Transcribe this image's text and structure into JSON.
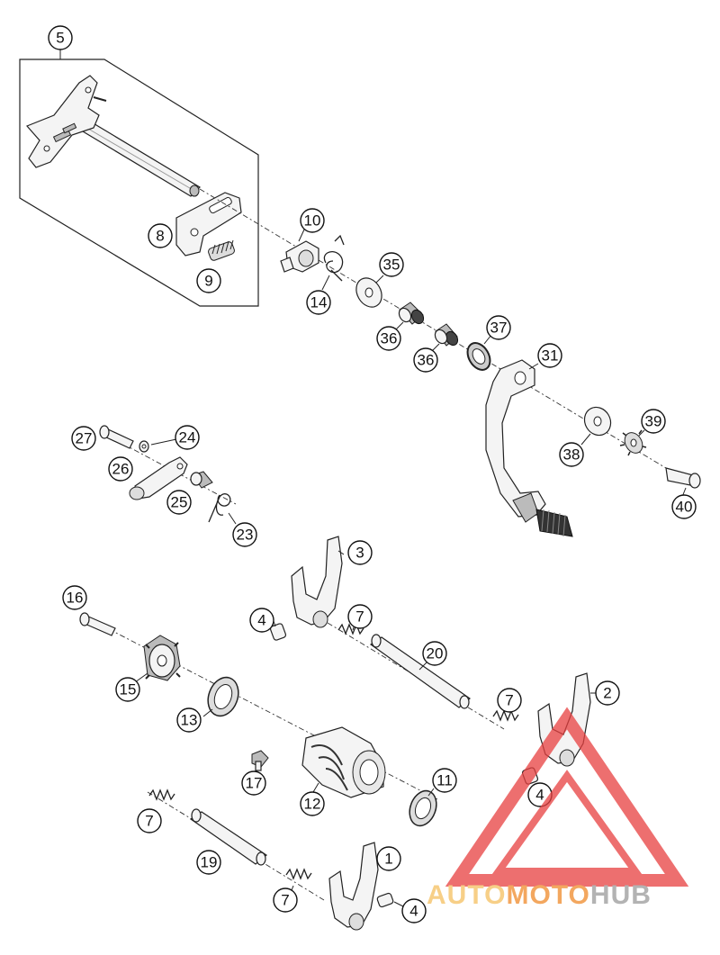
{
  "callouts": [
    {
      "id": "5",
      "label": "5"
    },
    {
      "id": "8",
      "label": "8"
    },
    {
      "id": "9",
      "label": "9"
    },
    {
      "id": "10",
      "label": "10"
    },
    {
      "id": "14",
      "label": "14"
    },
    {
      "id": "35",
      "label": "35"
    },
    {
      "id": "36a",
      "label": "36"
    },
    {
      "id": "36b",
      "label": "36"
    },
    {
      "id": "37",
      "label": "37"
    },
    {
      "id": "31",
      "label": "31"
    },
    {
      "id": "39",
      "label": "39"
    },
    {
      "id": "38",
      "label": "38"
    },
    {
      "id": "40",
      "label": "40"
    },
    {
      "id": "27",
      "label": "27"
    },
    {
      "id": "24",
      "label": "24"
    },
    {
      "id": "26",
      "label": "26"
    },
    {
      "id": "25",
      "label": "25"
    },
    {
      "id": "23",
      "label": "23"
    },
    {
      "id": "3",
      "label": "3"
    },
    {
      "id": "16",
      "label": "16"
    },
    {
      "id": "4a",
      "label": "4"
    },
    {
      "id": "7a",
      "label": "7"
    },
    {
      "id": "20",
      "label": "20"
    },
    {
      "id": "15",
      "label": "15"
    },
    {
      "id": "13",
      "label": "13"
    },
    {
      "id": "7b",
      "label": "7"
    },
    {
      "id": "2",
      "label": "2"
    },
    {
      "id": "17",
      "label": "17"
    },
    {
      "id": "12",
      "label": "12"
    },
    {
      "id": "11",
      "label": "11"
    },
    {
      "id": "4b",
      "label": "4"
    },
    {
      "id": "7c",
      "label": "7"
    },
    {
      "id": "19",
      "label": "19"
    },
    {
      "id": "1",
      "label": "1"
    },
    {
      "id": "7d",
      "label": "7"
    },
    {
      "id": "4c",
      "label": "4"
    }
  ],
  "watermark": {
    "part1": "AUTO",
    "part2": "MOTO",
    "part3": "HUB",
    "color_light": "#f5c060",
    "color_mid": "#ef8a2a",
    "color_dark": "#9a9a9a",
    "triangle_color": "#e84040"
  }
}
